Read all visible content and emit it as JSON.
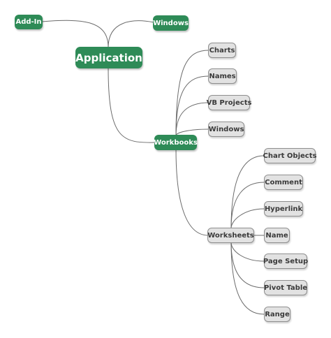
{
  "colors": {
    "primary_node": "#2e8b57",
    "leaf_node": "#e2e2e2",
    "link": "#6b6b6b"
  },
  "nodes": {
    "add_in": "Add-In",
    "windows_top": "Windows",
    "application": "Application",
    "workbooks": "Workbooks",
    "charts": "Charts",
    "names": "Names",
    "vb_projects": "VB Projects",
    "windows_wb": "Windows",
    "worksheets": "Worksheets",
    "chart_objects": "Chart Objects",
    "comment": "Comment",
    "hyperlink": "Hyperlink",
    "name": "Name",
    "page_setup": "Page Setup",
    "pivot_table": "Pivot Table",
    "range": "Range"
  }
}
